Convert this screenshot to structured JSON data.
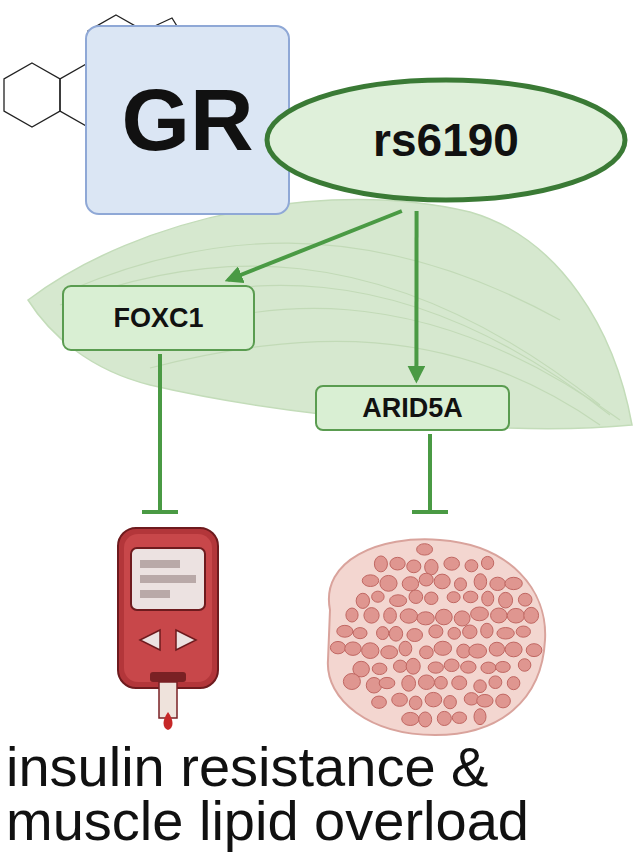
{
  "diagram": {
    "nodes": [
      {
        "text": [
          "GR"
        ]
      },
      {
        "text": [
          "rs6190"
        ]
      },
      {
        "text": [
          "FOXC1"
        ]
      },
      {
        "text": [
          "ARID5A"
        ]
      }
    ],
    "edges": [
      {
        "from": 1,
        "to": 2,
        "arrow": "to"
      },
      {
        "from": 1,
        "to": 3,
        "arrow": "to"
      }
    ],
    "labels": [
      "insulin resistance & muscle lipid overload"
    ]
  }
}
